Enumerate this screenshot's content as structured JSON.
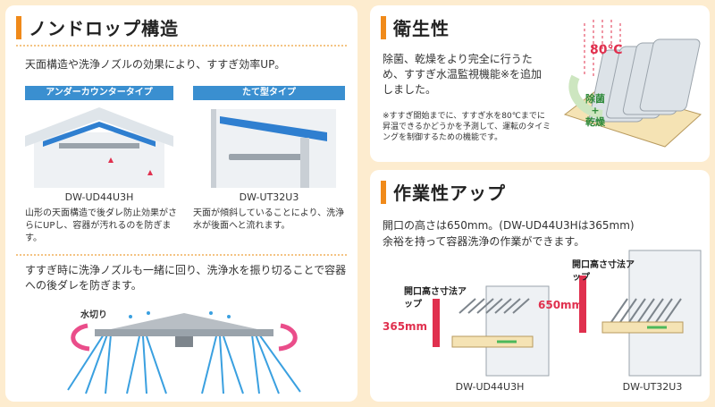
{
  "left": {
    "title": "ノンドロップ構造",
    "intro": "天面構造や洗浄ノズルの効果により、すすぎ効率UP。",
    "undercounter": {
      "tag": "アンダーカウンタータイプ",
      "model": "DW-UD44U3H",
      "desc": "山形の天面構造で後ダレ防止効果がさらにUPし、容器が汚れるのを防ぎます。"
    },
    "upright": {
      "tag": "たて型タイプ",
      "model": "DW-UT32U3",
      "desc": "天面が傾斜していることにより、洗浄水が後面へと流れます。"
    },
    "nozzle_text": "すすぎ時に洗浄ノズルも一緒に回り、洗浄水を振り切ることで容器への後ダレを防ぎます。",
    "nozzle_label": "水切り"
  },
  "hygiene": {
    "title": "衛生性",
    "text": "除菌、乾燥をより完全に行うため、すすぎ水温監視機能※を追加しました。",
    "note": "※すすぎ開始までに、すすぎ水を80℃までに昇温できるかどうかを予測して、運転のタイミングを制御するための機能です。",
    "temp": "80℃",
    "steam_label_1": "除菌",
    "steam_label_2": "+",
    "steam_label_3": "乾燥"
  },
  "workability": {
    "title": "作業性アップ",
    "text1": "開口の高さは650mm。(DW-UD44U3Hは365mm)",
    "text2": "余裕を持って容器洗浄の作業ができます。",
    "opening_label": "開口高さ寸法アップ",
    "height_ud": "365mm",
    "height_ut": "650mm",
    "model_ud": "DW-UD44U3H",
    "model_ut": "DW-UT32U3"
  },
  "colors": {
    "accent": "#f08a1a",
    "tag_blue": "#3a8fd0",
    "highlight_red": "#e0304e",
    "background": "#fdeccf"
  }
}
